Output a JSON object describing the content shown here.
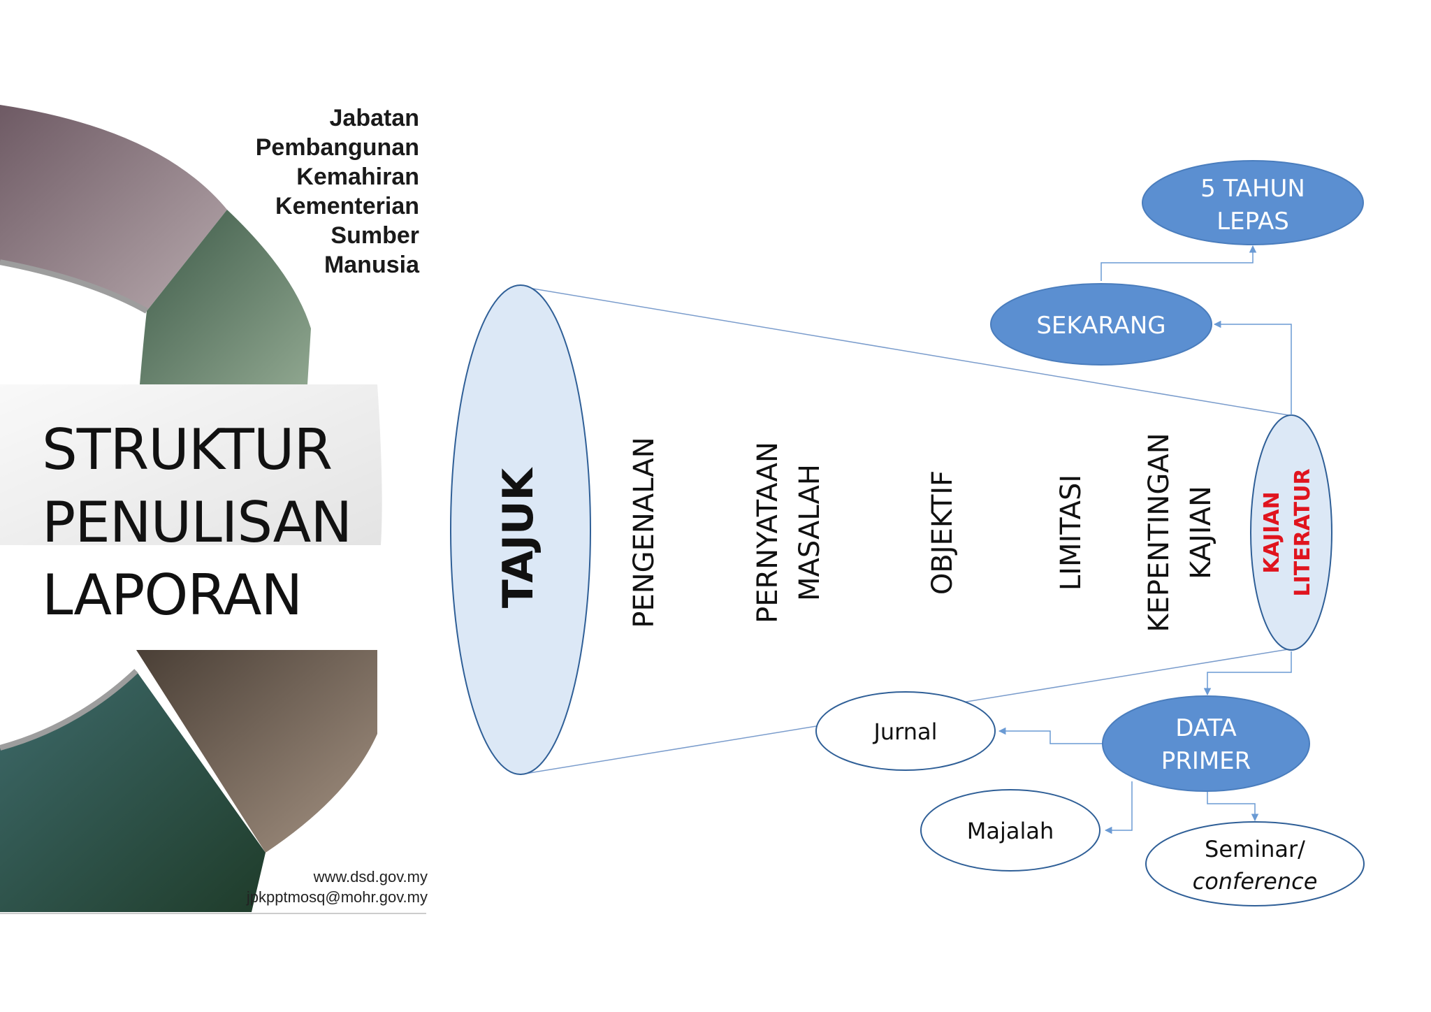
{
  "organization": {
    "lines": [
      "Jabatan",
      "Pembangunan",
      "Kemahiran",
      "Kementerian",
      "Sumber",
      "Manusia"
    ]
  },
  "title": {
    "lines": [
      "STRUKTUR",
      "PENULISAN",
      "LAPORAN"
    ]
  },
  "contacts": {
    "website": "www.dsd.gov.my",
    "email": "jpkpptmosq@mohr.gov.my"
  },
  "funnel": {
    "tajuk": "TAJUK",
    "sections": [
      {
        "lines": [
          "PENGENALAN"
        ]
      },
      {
        "lines": [
          "PERNYATAAN",
          "MASALAH"
        ]
      },
      {
        "lines": [
          "OBJEKTIF"
        ]
      },
      {
        "lines": [
          "LIMITASI"
        ]
      },
      {
        "lines": [
          "KEPENTINGAN",
          "KAJIAN"
        ]
      }
    ],
    "kajian_literatur": [
      "KAJIAN",
      "LITERATUR"
    ]
  },
  "nodes": {
    "five_years": [
      "5 TAHUN",
      "LEPAS"
    ],
    "sekarang": "SEKARANG",
    "data_primer": [
      "DATA",
      "PRIMER"
    ],
    "jurnal": "Jurnal",
    "majalah": "Majalah",
    "seminar": [
      "Seminar/",
      "conference"
    ]
  },
  "colors": {
    "node_fill": "#5b8fd1",
    "node_border": "#4a7dbd",
    "funnel_fill": "#dce8f6",
    "outline": "#2f5f97",
    "accent_red": "#e0141e",
    "connector": "#6a9ad4"
  }
}
